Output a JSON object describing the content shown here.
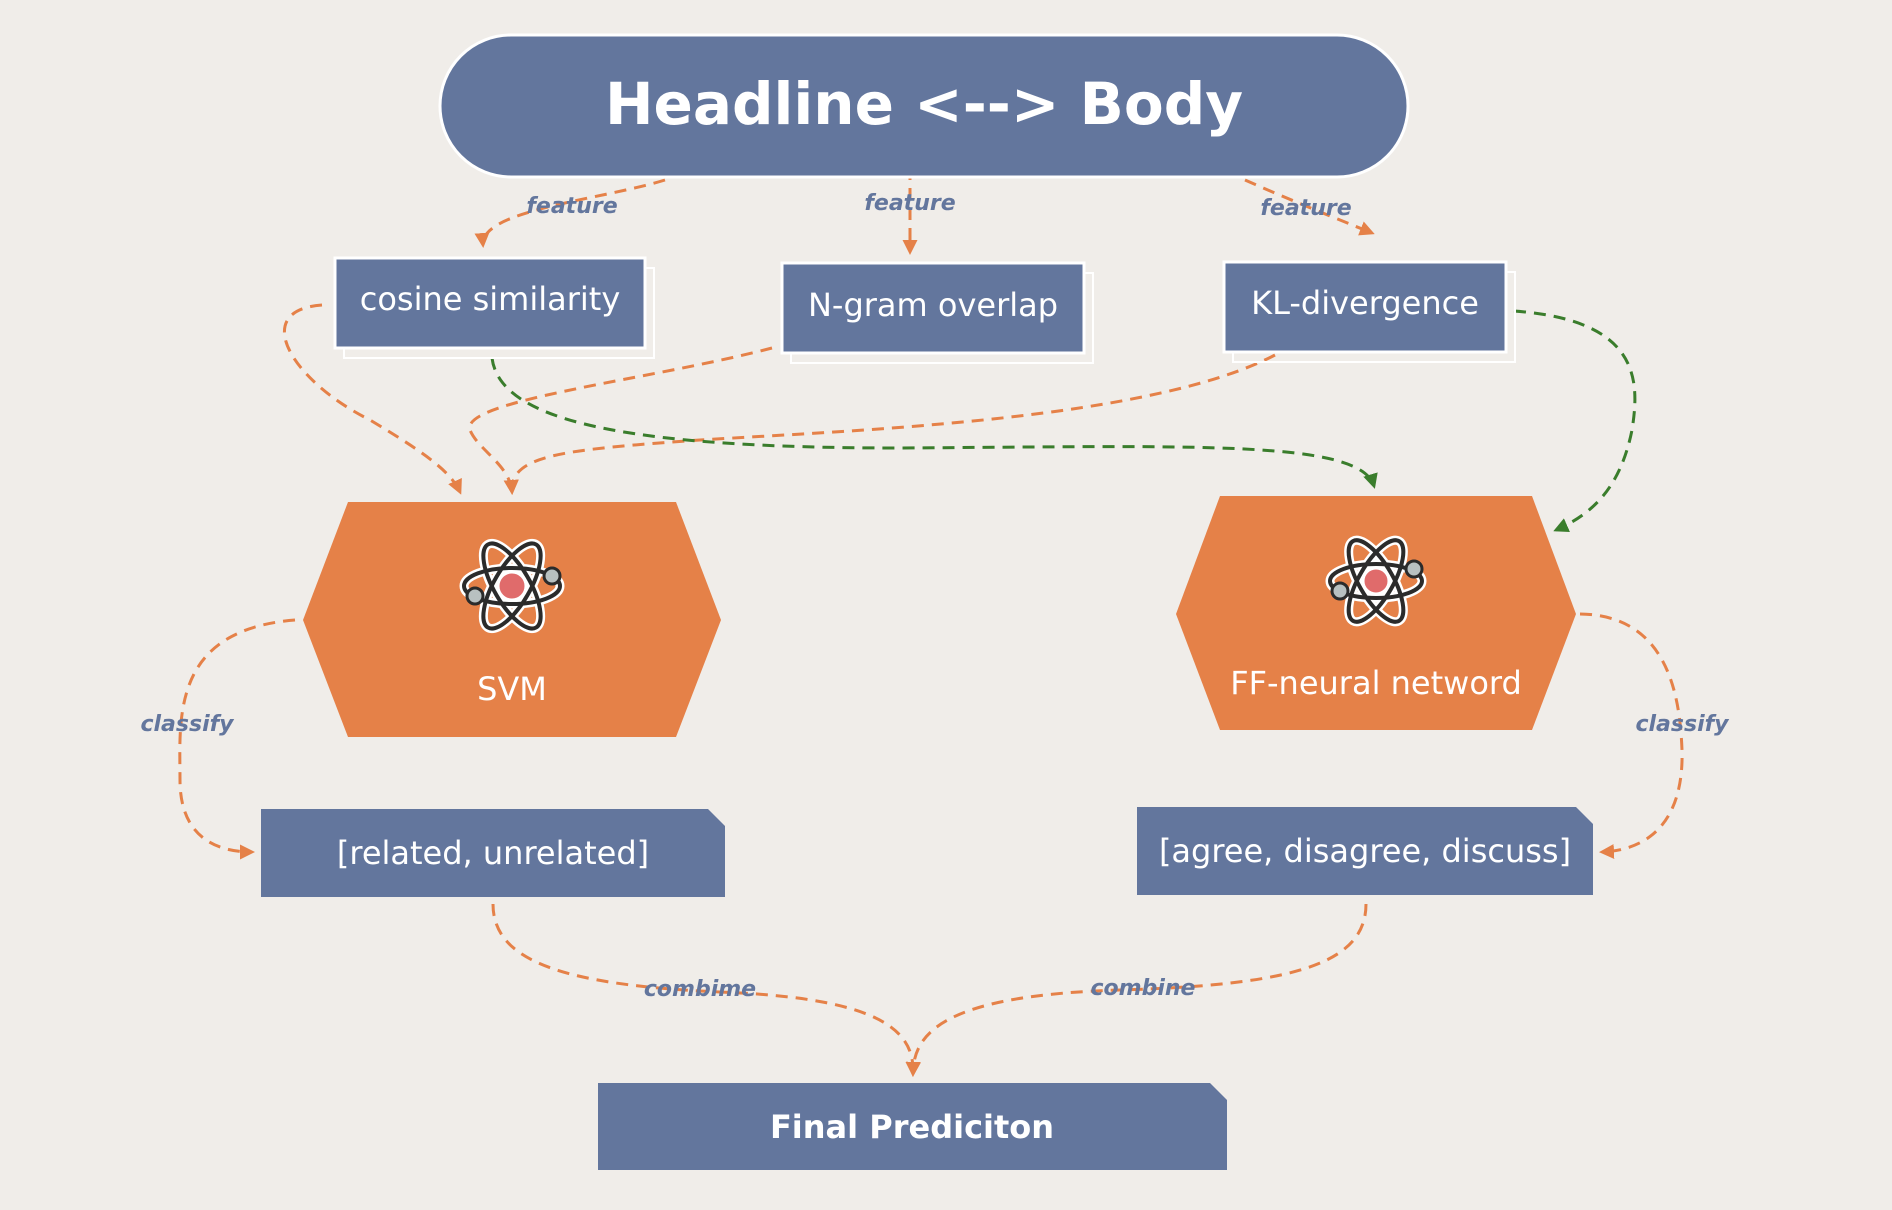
{
  "colors": {
    "background": "#f0ede9",
    "box": "#63769d",
    "model": "#e58148",
    "orange_arrow": "#e58148",
    "green_arrow": "#3a7d2c",
    "label": "#63769d",
    "atom_nucleus": "#e06b6b"
  },
  "nodes": {
    "source": "Headline <--> Body",
    "cosine": "cosine similarity",
    "ngram": "N-gram overlap",
    "kl": "KL-divergence",
    "svm": "SVM",
    "ffnn": "FF-neural netword",
    "out_svm": "[related, unrelated]",
    "out_ffnn": "[agree, disagree, discuss]",
    "final": "Final Prediciton"
  },
  "icons": {
    "svm_icon": "atom-icon",
    "ffnn_icon": "atom-icon"
  },
  "edge_labels": {
    "feature_1": "feature",
    "feature_2": "feature",
    "feature_3": "feature",
    "classify_left": "classify",
    "classify_right": "classify",
    "combine_left": "combime",
    "combine_right": "combine"
  }
}
